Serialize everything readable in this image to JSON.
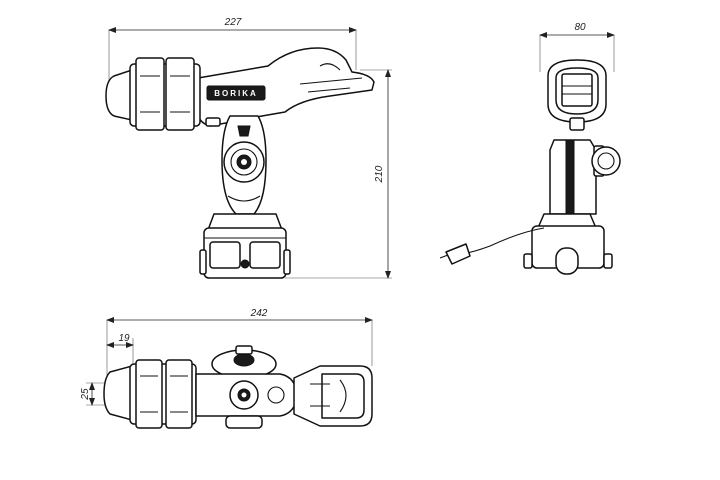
{
  "dimensions": {
    "top_width": "227",
    "side_width": "80",
    "height": "210",
    "bottom_width": "242",
    "offset": "19",
    "tube": "25"
  },
  "brand": "BORIKA",
  "colors": {
    "line": "#111111",
    "fill": "#ffffff",
    "dark": "#1a1a1a"
  }
}
